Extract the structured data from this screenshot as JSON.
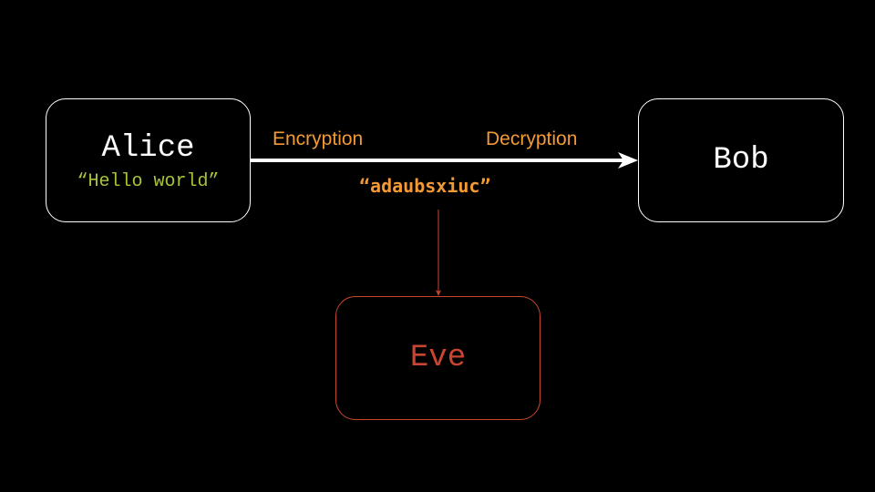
{
  "colors": {
    "background": "#000000",
    "primary": "#ffffff",
    "plaintext": "#a6c33a",
    "process_label": "#f39a34",
    "eavesdropper": "#c9452f"
  },
  "alice": {
    "name": "Alice",
    "message": "“Hello world”"
  },
  "bob": {
    "name": "Bob"
  },
  "eve": {
    "name": "Eve"
  },
  "channel": {
    "encryption_label": "Encryption",
    "decryption_label": "Decryption",
    "ciphertext": "“adaubsxiuc”"
  }
}
